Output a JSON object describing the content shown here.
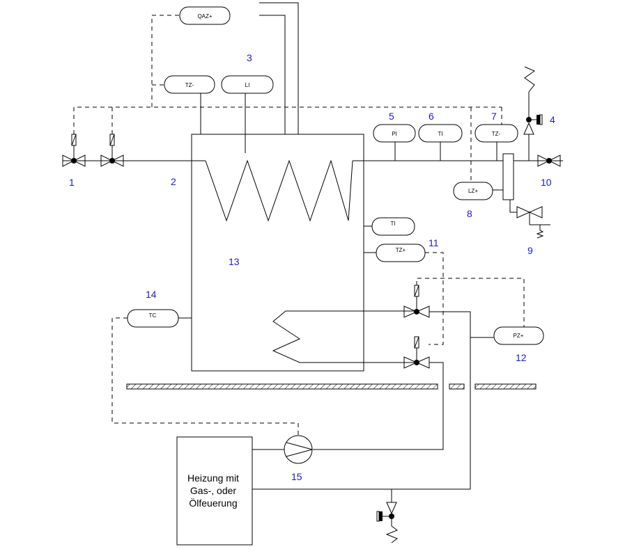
{
  "instruments": {
    "qaz": "QAZ+",
    "tz_minus_top": "TZ-",
    "li": "LI",
    "pi": "PI",
    "ti_top": "TI",
    "tz_minus_right": "TZ-",
    "lz_plus": "LZ+",
    "ti_side": "TI",
    "tz_plus": "TZ+",
    "tc": "TC",
    "pz_plus": "PZ+"
  },
  "numbers": {
    "n1": "1",
    "n2": "2",
    "n3": "3",
    "n4": "4",
    "n5": "5",
    "n6": "6",
    "n7": "7",
    "n8": "8",
    "n9": "9",
    "n10": "10",
    "n11": "11",
    "n12": "12",
    "n13": "13",
    "n14": "14",
    "n15": "15"
  },
  "heater": {
    "line1": "Heizung mit",
    "line2": "Gas-, oder",
    "line3": "Ölfeuerung"
  },
  "colors": {
    "numbers": "#1a1acd",
    "lines": "#000000"
  }
}
